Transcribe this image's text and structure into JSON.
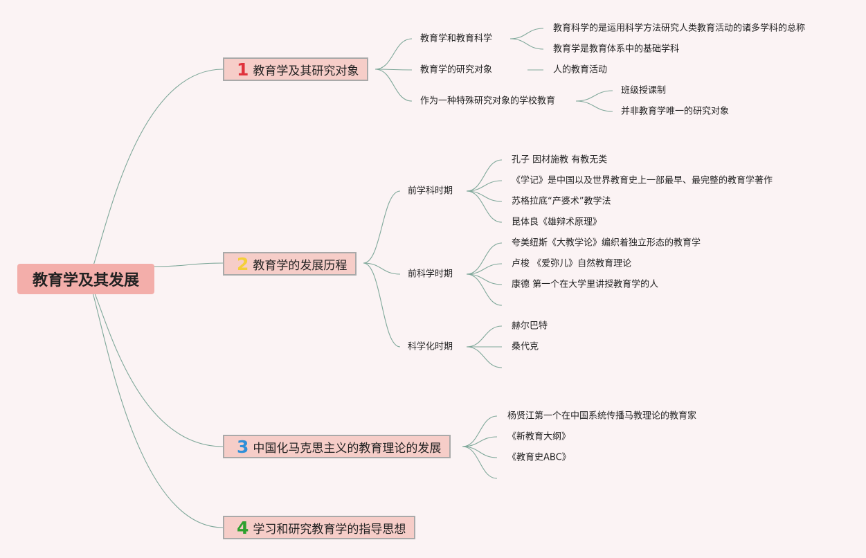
{
  "colors": {
    "background": "#fbf3f4",
    "root_fill": "#f3aeaa",
    "branch_fill": "#f6cdc8",
    "connector": "#7fa89a",
    "num1": "#e0323c",
    "num2": "#f4cf3a",
    "num3": "#2f8fd8",
    "num4": "#2ea02e"
  },
  "root": {
    "label": "教育学及其发展"
  },
  "branch1": {
    "num": "1",
    "label": "教育学及其研究对象",
    "sub1": {
      "label": "教育学和教育科学",
      "items": [
        "教育科学的是运用科学方法研究人类教育活动的诸多学科的总称",
        "教育学是教育体系中的基础学科"
      ]
    },
    "sub2": {
      "label": "教育学的研究对象",
      "items": [
        "人的教育活动"
      ]
    },
    "sub3": {
      "label": "作为一种特殊研究对象的学校教育",
      "items": [
        "班级授课制",
        "并非教育学唯一的研究对象"
      ]
    }
  },
  "branch2": {
    "num": "2",
    "label": "教育学的发展历程",
    "sub1": {
      "label": "前学科时期",
      "items": [
        "孔子 因材施教 有教无类",
        "《学记》是中国以及世界教育史上一部最早、最完整的教育学著作",
        "苏格拉底“产婆术”教学法",
        "昆体良《雄辩术原理》"
      ]
    },
    "sub2": {
      "label": "前科学时期",
      "items": [
        "夸美纽斯《大教学论》编织着独立形态的教育学",
        "卢梭 《爱弥儿》自然教育理论",
        "康德 第一个在大学里讲授教育学的人",
        ""
      ]
    },
    "sub3": {
      "label": "科学化时期",
      "items": [
        "赫尔巴特",
        "桑代克",
        ""
      ]
    }
  },
  "branch3": {
    "num": "3",
    "label": "中国化马克思主义的教育理论的发展",
    "items": [
      "杨贤江第一个在中国系统传播马教理论的教育家",
      "《新教育大纲》",
      "《教育史ABC》",
      ""
    ]
  },
  "branch4": {
    "num": "4",
    "label": "学习和研究教育学的指导思想"
  }
}
